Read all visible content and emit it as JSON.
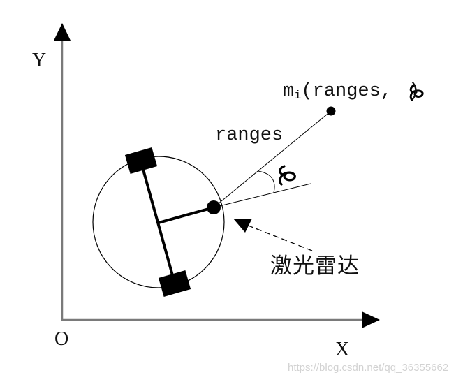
{
  "diagram": {
    "axes": {
      "y_label": "Y",
      "x_label": "X",
      "origin_label": "O"
    },
    "labels": {
      "range_label": "ranges",
      "angle_symbol": "φ",
      "point_name": "m",
      "point_subscript": "i",
      "point_args_open": "(ranges,",
      "point_args_angle": "φ",
      "point_args_close": ")",
      "lidar_label": "激光雷达"
    },
    "watermark": "https://blog.csdn.net/qq_36355662",
    "colors": {
      "background": "#ffffff",
      "ink": "#000000",
      "axis": "#7a7a7a",
      "watermark": "#d2d2d2"
    }
  }
}
